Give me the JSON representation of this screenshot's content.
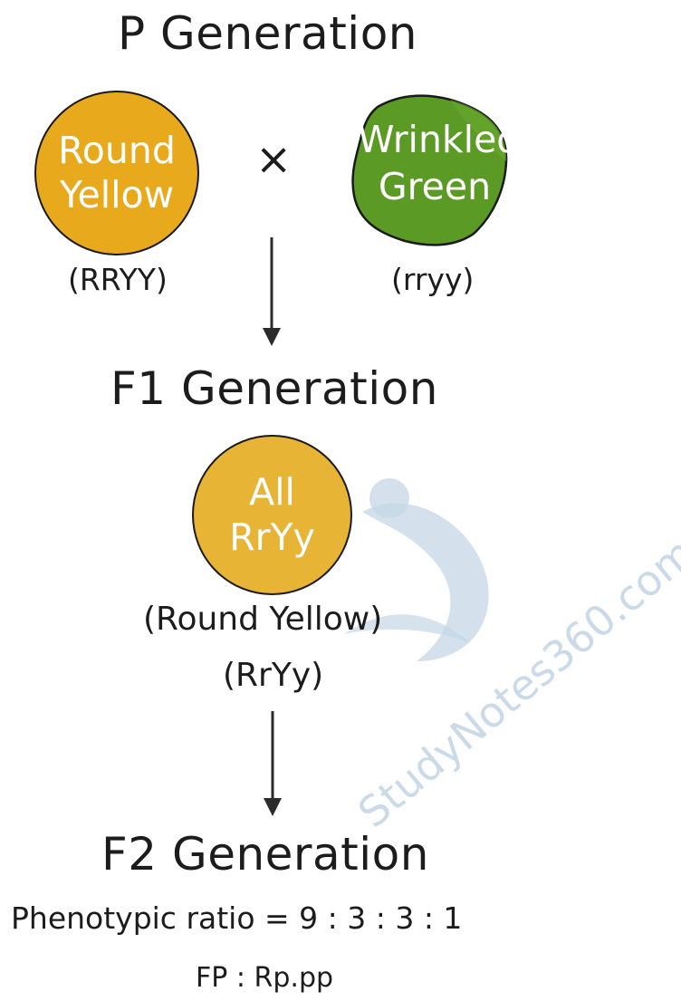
{
  "title_p": "P Generation",
  "parent1": {
    "label_line1": "Round",
    "label_line2": "Yellow",
    "genotype": "(RRYY)",
    "color": "#E8AA1C"
  },
  "cross_symbol": "×",
  "parent2": {
    "label_line1": "Wrinkled",
    "label_line2": "Green",
    "genotype": "(rryy)",
    "color": "#5A9A25"
  },
  "title_f1": "F1 Generation",
  "f1": {
    "label_line1": "All",
    "label_line2": "RrYy",
    "phenotype": "(Round Yellow)",
    "genotype": "(RrYy)",
    "color": "#E8B436"
  },
  "title_f2": "F2 Generation",
  "ratio_text": "Phenotypic ratio = 9 : 3 : 3 : 1",
  "footer_text": "FP : Rp.pp",
  "watermark": "StudyNotes360.com",
  "icons": {
    "arrow": "down-arrow-icon",
    "cross": "cross-icon"
  }
}
